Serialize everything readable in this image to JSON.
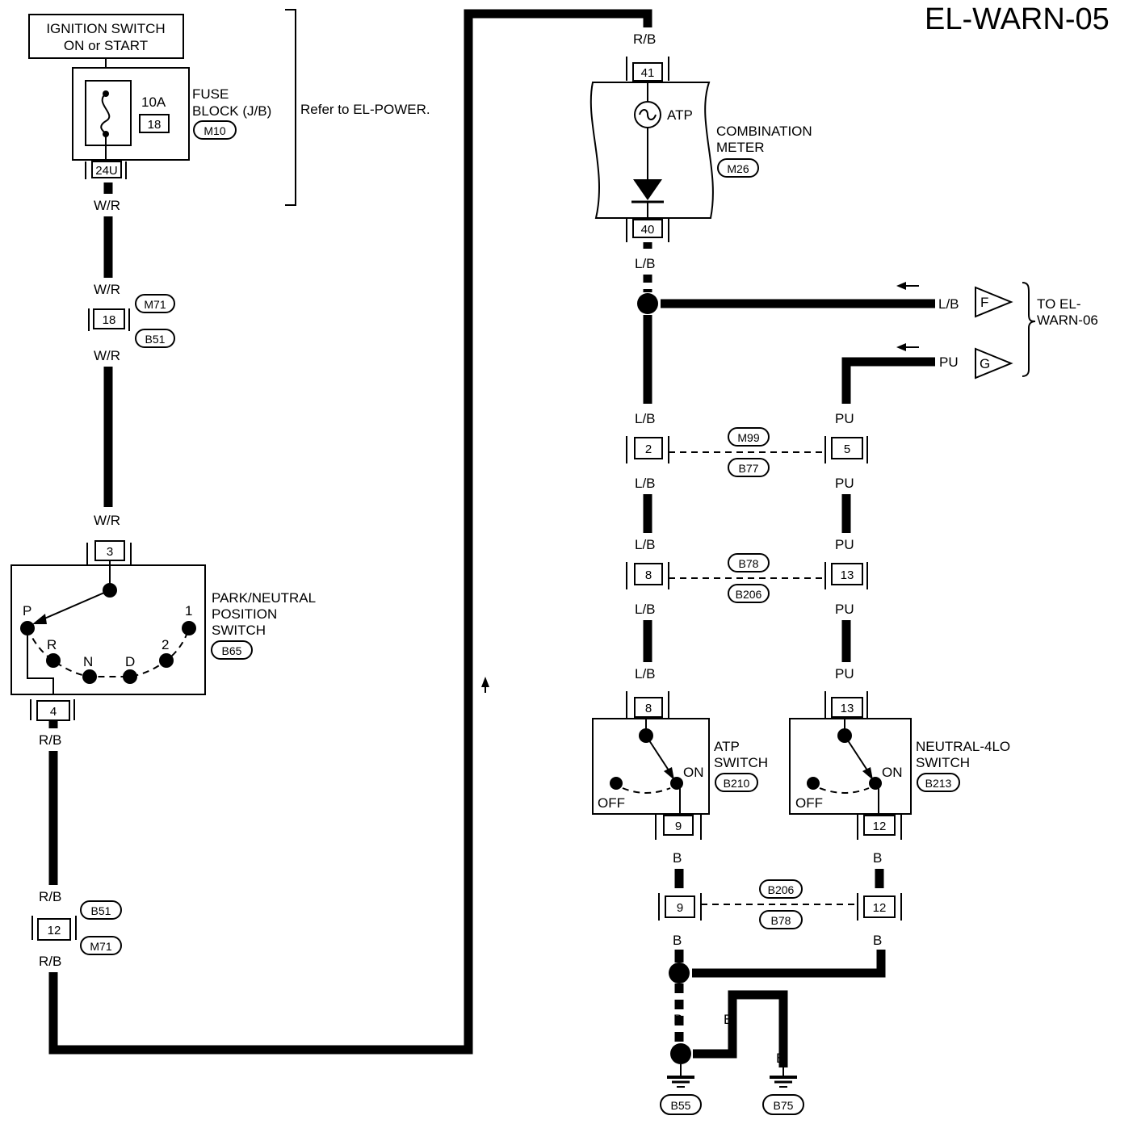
{
  "title": "EL-WARN-05",
  "fuse": {
    "source": [
      "IGNITION SWITCH",
      "ON or START"
    ],
    "amp": "10A",
    "number": "18",
    "terminal": "24U",
    "label": [
      "FUSE",
      "BLOCK (J/B)"
    ],
    "connector": "M10",
    "refer": "Refer to EL-POWER."
  },
  "wires": {
    "wr": "W/R",
    "rb": "R/B",
    "lb": "L/B",
    "pu": "PU",
    "b": "B"
  },
  "inline_connectors": {
    "c18": {
      "pin": "18",
      "top": "M71",
      "bottom": "B51"
    },
    "c12": {
      "pin": "12",
      "top": "B51",
      "bottom": "M71"
    },
    "c2_5": {
      "left_pin": "2",
      "right_pin": "5",
      "top": "M99",
      "bottom": "B77"
    },
    "c8_13": {
      "left_pin": "8",
      "right_pin": "13",
      "top": "B78",
      "bottom": "B206"
    },
    "c9_12": {
      "left_pin": "9",
      "right_pin": "12",
      "top": "B206",
      "bottom": "B78"
    }
  },
  "pn_switch": {
    "label": [
      "PARK/NEUTRAL",
      "POSITION",
      "SWITCH"
    ],
    "connector": "B65",
    "pin_in": "3",
    "pin_out": "4",
    "positions": [
      "P",
      "R",
      "N",
      "D",
      "2",
      "1"
    ]
  },
  "meter": {
    "label": [
      "COMBINATION",
      "METER"
    ],
    "connector": "M26",
    "lamp": "ATP",
    "pin_in": "41",
    "pin_out": "40"
  },
  "atp_switch": {
    "label": [
      "ATP",
      "SWITCH"
    ],
    "connector": "B210",
    "pin_in": "8",
    "pin_out": "9",
    "on": "ON",
    "off": "OFF"
  },
  "n4lo_switch": {
    "label": [
      "NEUTRAL-4LO",
      "SWITCH"
    ],
    "connector": "B213",
    "pin_in": "13",
    "pin_out": "12",
    "on": "ON",
    "off": "OFF"
  },
  "to_other": {
    "label": [
      "TO EL-",
      "WARN-06"
    ],
    "f": "F",
    "g": "G"
  },
  "grounds": [
    "B55",
    "B75"
  ]
}
